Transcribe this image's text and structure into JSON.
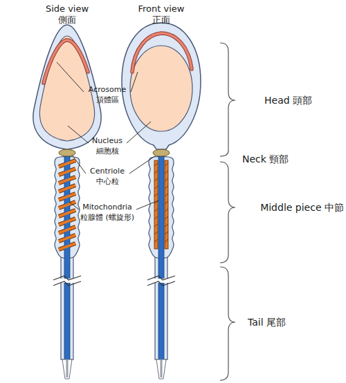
{
  "diagram": {
    "labels": [
      "Side view",
      "側面",
      "Front view",
      "正面",
      "Acrosome",
      "頂體區",
      "Nucleus",
      "細胞核",
      "Centriole",
      "中心粒",
      "Mitochondria",
      "粒腺體 (螺旋形)",
      "Head 頭部",
      "Neck 頸部",
      "Middle piece 中節",
      "Tail 尾部"
    ]
  }
}
